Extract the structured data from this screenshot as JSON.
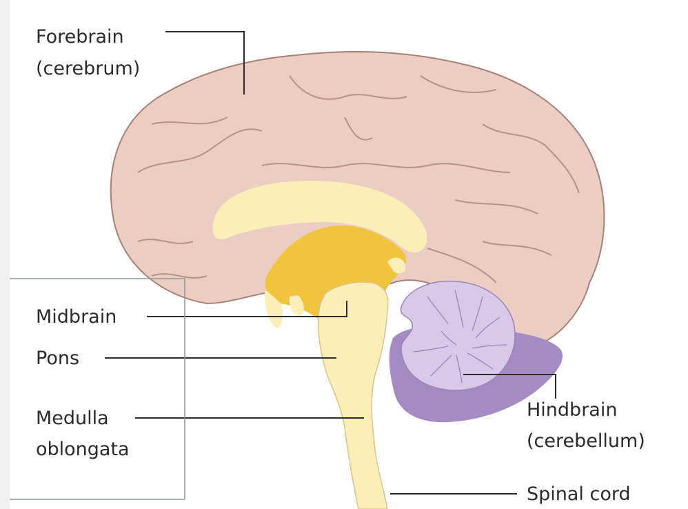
{
  "labels": {
    "forebrain": [
      "Forebrain",
      "(cerebrum)"
    ],
    "midbrain": "Midbrain",
    "pons": "Pons",
    "medulla": [
      "Medulla",
      "oblongata"
    ],
    "hindbrain": [
      "Hindbrain",
      "(cerebellum)"
    ],
    "spinal_cord": "Spinal cord"
  },
  "colors": {
    "cerebrum": "#eccdc4",
    "cerebrum_outline": "#a58078",
    "inner_pale": "#fbeeb8",
    "inner_gold": "#f1c43e",
    "brainstem": "#fbeeb8",
    "cerebellum": "#d9c8e8",
    "cerebellum_dark": "#a58bc4",
    "line": "#2b2b2b"
  }
}
